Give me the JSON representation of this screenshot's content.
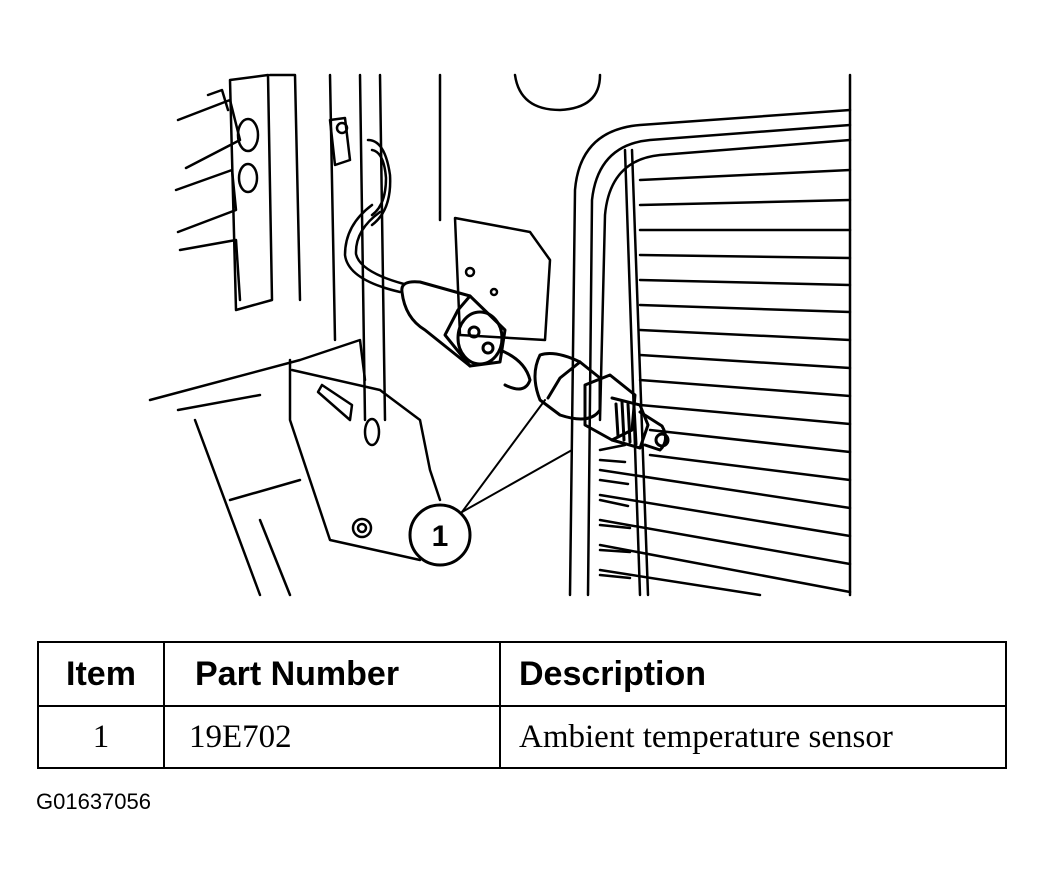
{
  "callout": {
    "number": "1"
  },
  "table": {
    "headers": {
      "item": "Item",
      "part_number": "Part Number",
      "description": "Description"
    },
    "rows": [
      {
        "item": "1",
        "part_number": "19E702",
        "description": "Ambient temperature sensor"
      }
    ]
  },
  "figure_id": "G01637056"
}
